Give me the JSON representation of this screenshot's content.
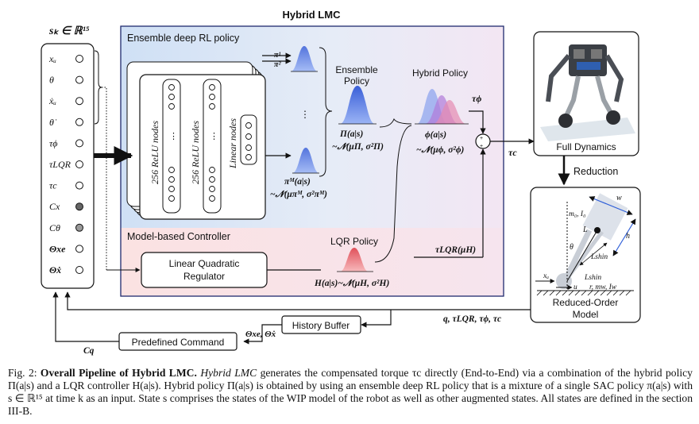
{
  "title": "Hybrid LMC",
  "state_header": "sₖ ∈ ℝ¹⁵",
  "states": [
    "xᵤ",
    "θ",
    "ẋᵤ",
    "θ̇",
    "τϕ",
    "τLQR",
    "τc",
    "Cx",
    "Cθ",
    "Θxe",
    "Θẋ"
  ],
  "ensemble": {
    "title": "Ensemble deep RL policy",
    "layer1": "256 ReLU nodes",
    "layer2": "256 ReLU nodes",
    "layer3": "Linear nodes",
    "pi1": "π¹",
    "pi2": "π²",
    "piM": "πᴹ(a|s)",
    "piM_dist": "~𝒩(μπᴹ, σ²πᴹ)",
    "ens_label1": "Ensemble",
    "ens_label2": "Policy",
    "Pi": "Π(a|s)",
    "Pi_dist": "~𝒩(μΠ, σ²Π)"
  },
  "hybrid": {
    "label": "Hybrid Policy",
    "phi": "ϕ(a|s)",
    "phi_dist": "~𝒩(μϕ, σ²ϕ)",
    "tau_phi": "τϕ",
    "tau_c": "τc",
    "tau_lqr": "τLQR(μH)"
  },
  "mbc": {
    "title": "Model-based Controller",
    "lqr1": "Linear Quadratic",
    "lqr2": "Regulator",
    "lqr_policy": "LQR Policy",
    "H": "H(a|s)~𝒩(μH, σ²H)"
  },
  "right": {
    "full_dynamics": "Full Dynamics",
    "reduction": "Reduction",
    "reduced1": "Reduced-Order",
    "reduced2": "Model",
    "m0": "m₀, I₀",
    "L": "L",
    "h": "h",
    "w": "w",
    "theta": "θ",
    "lshin": "Lshin",
    "lshin2": "Lshin",
    "xw": "xᵤ",
    "u": "u",
    "rmw": "r, mw, Iw"
  },
  "feedback": {
    "history": "History Buffer",
    "command": "Predefined Command",
    "out_label": "q, τLQR, τϕ, τc",
    "theta_label": "Θxe, Θẋ",
    "cq": "Cq"
  },
  "caption": {
    "fig": "Fig. 2: ",
    "bold": "Overall Pipeline of Hybrid LMC.",
    "italic": "Hybrid LMC",
    "text": " generates the compensated torque τc directly (End-to-End) via a combination of the hybrid policy Π(a|s) and a LQR controller H(a|s). Hybrid policy Π(a|s) is obtained by using an ensemble deep RL policy that is a mixture of a single SAC policy π(a|s) with s ∈ ℝ¹⁵ at time k as an input. State s comprises the states of the WIP model of the robot as well as other augmented states. All states are defined in the section III-B."
  }
}
